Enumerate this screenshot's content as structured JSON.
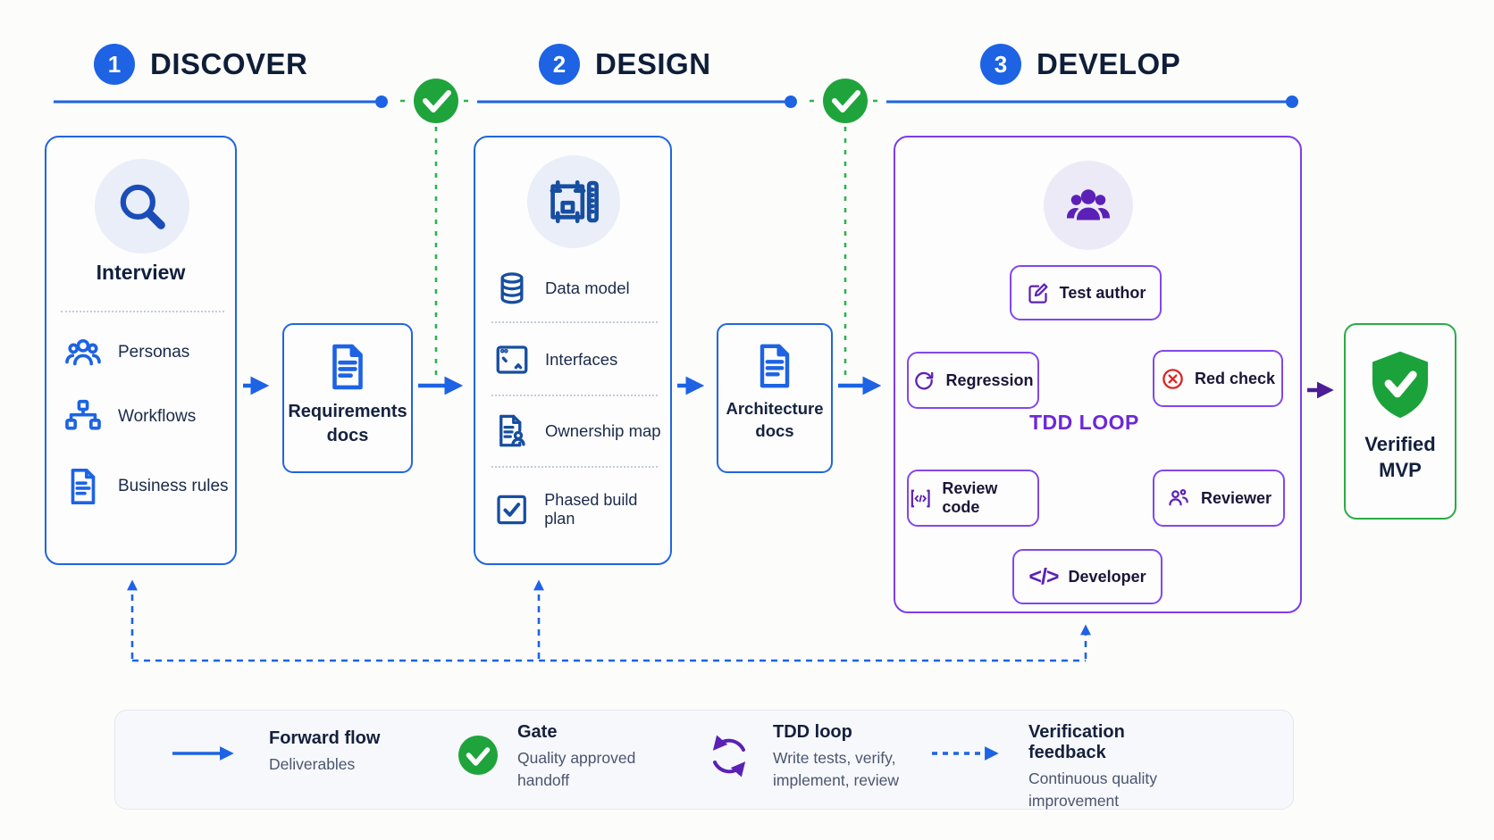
{
  "phases": [
    {
      "number": "1",
      "title": "DISCOVER"
    },
    {
      "number": "2",
      "title": "DESIGN"
    },
    {
      "number": "3",
      "title": "DEVELOP"
    }
  ],
  "discover": {
    "header_icon": "magnifier-icon",
    "title": "Interview",
    "items": [
      {
        "icon": "personas-icon",
        "label": "Personas"
      },
      {
        "icon": "workflow-icon",
        "label": "Workflows"
      },
      {
        "icon": "document-icon",
        "label": "Business rules"
      }
    ]
  },
  "requirements_box": {
    "icon": "document-icon",
    "line1": "Requirements",
    "line2": "docs"
  },
  "design": {
    "header_icon": "blueprint-icon",
    "items": [
      {
        "icon": "database-icon",
        "label": "Data model"
      },
      {
        "icon": "window-icon",
        "label": "Interfaces"
      },
      {
        "icon": "ownership-icon",
        "label": "Ownership map"
      },
      {
        "icon": "checkbox-icon",
        "label": "Phased build plan"
      }
    ]
  },
  "architecture_box": {
    "icon": "document-icon",
    "line1": "Architecture",
    "line2": "docs"
  },
  "develop": {
    "header_icon": "team-icon",
    "loop_label": "TDD LOOP",
    "nodes": {
      "test_author": {
        "icon": "pen-square-icon",
        "label": "Test author"
      },
      "regression": {
        "icon": "refresh-icon",
        "label": "Regression"
      },
      "red_check": {
        "icon": "x-circle-icon",
        "label": "Red check"
      },
      "review_code": {
        "icon": "code-review-icon",
        "label": "Review code"
      },
      "reviewer": {
        "icon": "reviewer-icon",
        "label": "Reviewer"
      },
      "developer": {
        "icon": "code-icon",
        "label": "Developer"
      }
    }
  },
  "verified_box": {
    "icon": "shield-check-icon",
    "line1": "Verified",
    "line2": "MVP"
  },
  "legend": {
    "items": [
      {
        "icon": "forward-arrow-icon",
        "title": "Forward flow",
        "desc": "Deliverables"
      },
      {
        "icon": "gate-check-icon",
        "title": "Gate",
        "desc": "Quality approved handoff"
      },
      {
        "icon": "tdd-loop-icon",
        "title": "TDD loop",
        "desc": "Write tests, verify, implement, review"
      },
      {
        "icon": "dashed-arrow-icon",
        "title": "Verification feedback",
        "desc": "Continuous quality improvement"
      }
    ]
  },
  "colors": {
    "blue": "#1d63e3",
    "navy": "#101d3a",
    "gate_green": "#1fa43c",
    "purple_border": "#7d3bec",
    "purple_deep": "#4c1d95",
    "red": "#dc2626"
  }
}
